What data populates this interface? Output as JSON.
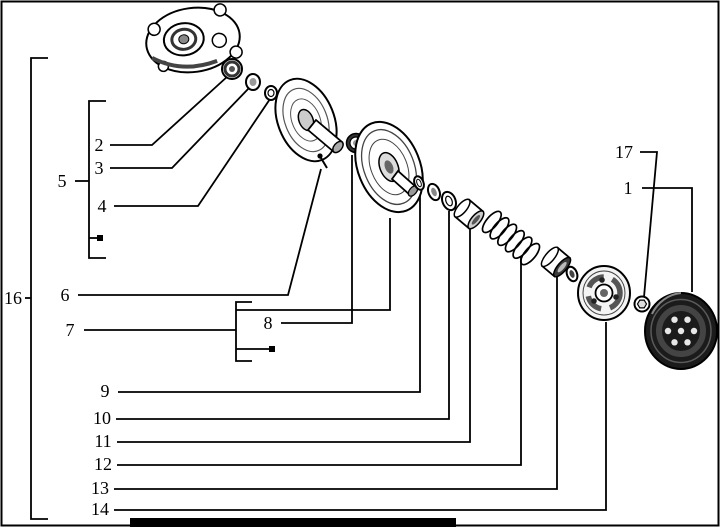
{
  "figure": {
    "type": "exploded-parts-diagram",
    "background_color": "#ffffff",
    "line_color": "#000000",
    "drum_fill_color": "#1b1b1b"
  },
  "part_labels": {
    "n1": "1",
    "n2": "2",
    "n3": "3",
    "n4": "4",
    "n5": "5",
    "n6": "6",
    "n7": "7",
    "n8": "8",
    "n9": "9",
    "n10": "10",
    "n11": "11",
    "n12": "12",
    "n13": "13",
    "n14": "14",
    "n16": "16",
    "n17": "17"
  }
}
